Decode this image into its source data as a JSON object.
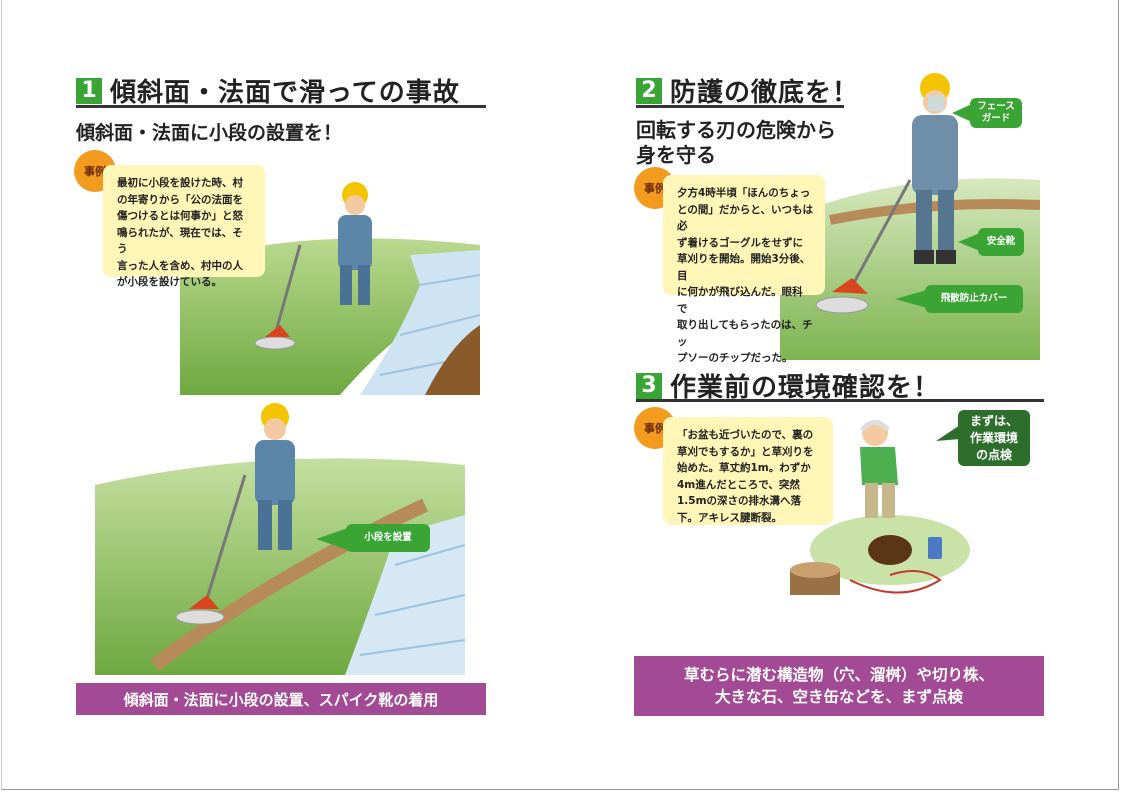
{
  "section1": {
    "number": "1",
    "title": "傾斜面・法面で滑っての事故",
    "subtitle": "傾斜面・法面に小段の設置を！",
    "case_badge": "事例",
    "case_lines": [
      "最初に小段を設けた時、村",
      "の年寄りから「公の法面を",
      "傷つけるとは何事か」と怒",
      "鳴られたが、現在では、そう",
      "言った人を含め、村中の人",
      "が小段を設けている。"
    ],
    "tag": "小段を設置",
    "banner": "傾斜面・法面に小段の設置、スパイク靴の着用"
  },
  "section2": {
    "number": "2",
    "title": "防護の徹底を！",
    "subtitle_lines": [
      "回転する刃の危険から",
      "身を守る"
    ],
    "case_badge": "事例",
    "case_lines": [
      "夕方4時半頃「ほんのちょっ",
      "との間」だからと、いつもは必",
      "ず着けるゴーグルをせずに",
      "草刈りを開始。開始3分後、目",
      "に何かが飛び込んだ。眼科で",
      "取り出してもらったのは、チッ",
      "プソーのチップだった。"
    ],
    "tags": {
      "face_guard": [
        "フェース",
        "ガード"
      ],
      "safety_shoes": "安全靴",
      "scatter_cover": "飛散防止カバー"
    }
  },
  "section3": {
    "number": "3",
    "title": "作業前の環境確認を！",
    "case_badge": "事例",
    "case_lines": [
      "「お盆も近づいたので、裏の",
      "草刈でもするか」と草刈りを",
      "始めた。草丈約1m。わずか",
      "4m進んだところで、突然",
      "1.5mの深さの排水溝へ落",
      "下。アキレス腱断裂。"
    ],
    "tag_lines": [
      "まずは、",
      "作業環境",
      "の点検"
    ],
    "banner_lines": [
      "草むらに潜む構造物（穴、溜桝）や切り株、",
      "大きな石、空き缶などを、まず点検"
    ]
  },
  "colors": {
    "accent_green": "#3aa535",
    "banner_purple": "#a34a94",
    "case_yellow": "#fff6b8",
    "badge_orange": "#f29b1f"
  }
}
